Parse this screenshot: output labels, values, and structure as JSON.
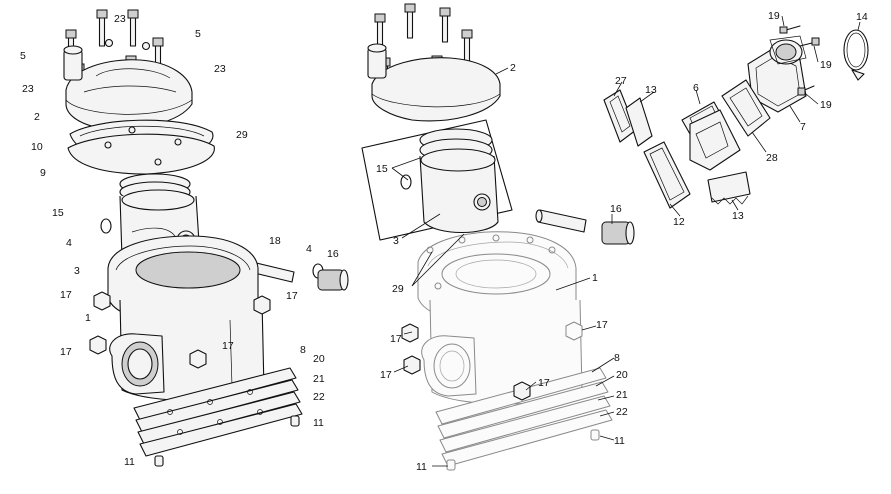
{
  "callouts": {
    "left": {
      "n5a": "5",
      "n23a": "23",
      "n5b": "5",
      "n23b": "23",
      "n23c": "23",
      "n2": "2",
      "n10": "10",
      "n9": "9",
      "n29": "29",
      "n15": "15",
      "n4a": "4",
      "n3": "3",
      "n18": "18",
      "n4b": "4",
      "n16": "16",
      "n17a": "17",
      "n17b": "17",
      "n1": "1",
      "n17c": "17",
      "n17d": "17",
      "n8": "8",
      "n20": "20",
      "n21": "21",
      "n22": "22",
      "n11a": "11",
      "n11b": "11"
    },
    "middle": {
      "n2": "2",
      "n15": "15",
      "n3": "3",
      "n16": "16",
      "n29": "29",
      "n1": "1",
      "n17a": "17",
      "n17b": "17",
      "n17c": "17",
      "n17d": "17",
      "n8": "8",
      "n20": "20",
      "n21": "21",
      "n22": "22",
      "n11a": "11",
      "n11b": "11"
    },
    "right": {
      "n19a": "19",
      "n14": "14",
      "n19b": "19",
      "n19c": "19",
      "n7": "7",
      "n27": "27",
      "n13a": "13",
      "n6": "6",
      "n28": "28",
      "n12": "12",
      "n13b": "13"
    }
  }
}
